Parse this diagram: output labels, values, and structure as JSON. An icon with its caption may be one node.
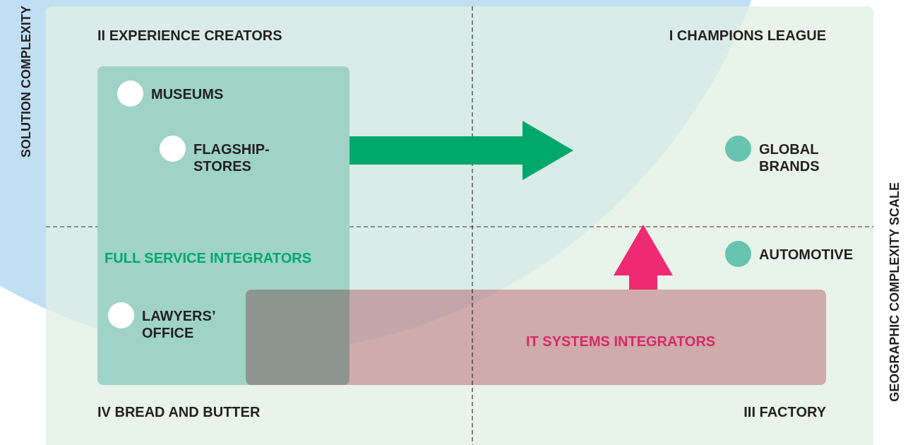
{
  "diagram": {
    "nodes": [
      {
        "text": [
          "FULL SERVICE INTEGRATORS"
        ]
      },
      {
        "text": [
          "IT SYSTEMS INTEGRATORS"
        ]
      }
    ],
    "edges": [
      {
        "from": 0,
        "to": null,
        "arrow": "to",
        "color": "#00a86b"
      },
      {
        "from": 1,
        "to": null,
        "arrow": "to",
        "color": "#ee2a72"
      }
    ],
    "labels": [
      "SOLUTION COMPLEXITY",
      "II EXPERIENCE CREATORS",
      "I CHAMPIONS LEAGUE",
      "MUSEUMS",
      "FLAGSHIP- STORES",
      "GLOBAL BRANDS",
      "GEOGRAPHIC COMPLEXITY SCALE",
      "AUTOMOTIVE",
      "LAWYERS’ OFFICE",
      "IV BREAD AND BUTTER",
      "III FACTORY"
    ]
  }
}
